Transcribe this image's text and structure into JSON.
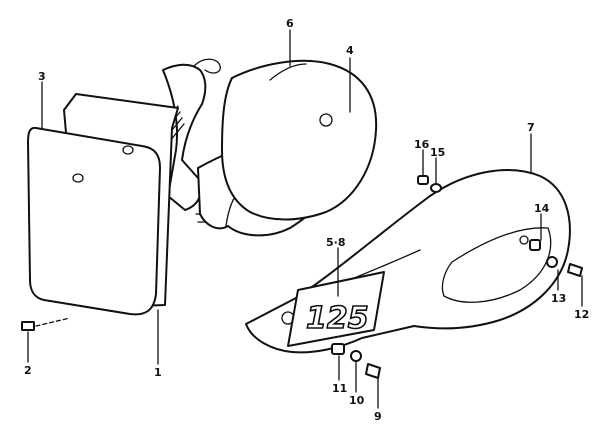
{
  "diagram": {
    "callouts": {
      "p1": "1",
      "p2": "2",
      "p3": "3",
      "p4": "4",
      "p5_8": "5·8",
      "p6": "6",
      "p7": "7",
      "p9": "9",
      "p10": "10",
      "p11": "11",
      "p12": "12",
      "p13": "13",
      "p14": "14",
      "p15": "15",
      "p16": "16"
    },
    "decal_text": "125"
  }
}
